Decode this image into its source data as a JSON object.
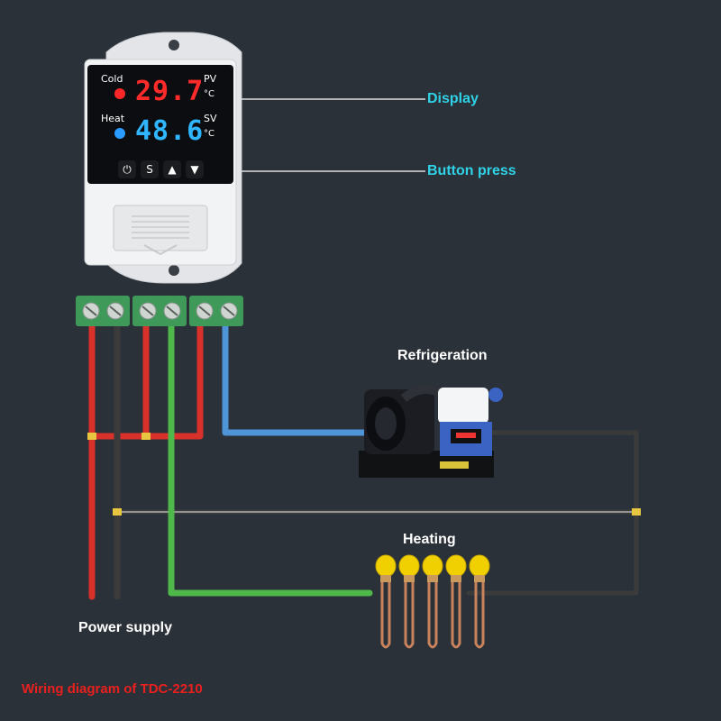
{
  "device": {
    "cold_label": "Cold",
    "heat_label": "Heat",
    "pv_label": "PV",
    "sv_label": "SV",
    "pv_unit": "°C",
    "sv_unit": "°C",
    "pv_value": "29.7",
    "sv_value": "48.6",
    "buttons": {
      "power_icon": "power-icon",
      "set_label": "S",
      "up_icon": "triangle-up-icon",
      "down_icon": "triangle-down-icon"
    }
  },
  "callouts": {
    "display": "Display",
    "button_press": "Button press"
  },
  "labels": {
    "refrigeration": "Refrigeration",
    "heating": "Heating",
    "power_supply": "Power supply"
  },
  "caption": "Wiring diagram of TDC-2210",
  "colors": {
    "background": "#2b3138",
    "callout": "#2fd2e6",
    "caption": "#e8201e",
    "wire_red": "#d8312c",
    "wire_black": "#3a3a3a",
    "wire_green": "#4fb84a",
    "wire_blue": "#4f94d6",
    "pv_digits": "#ff2a2a",
    "sv_digits": "#2fb6ff",
    "terminal": "#3f9a5a"
  }
}
